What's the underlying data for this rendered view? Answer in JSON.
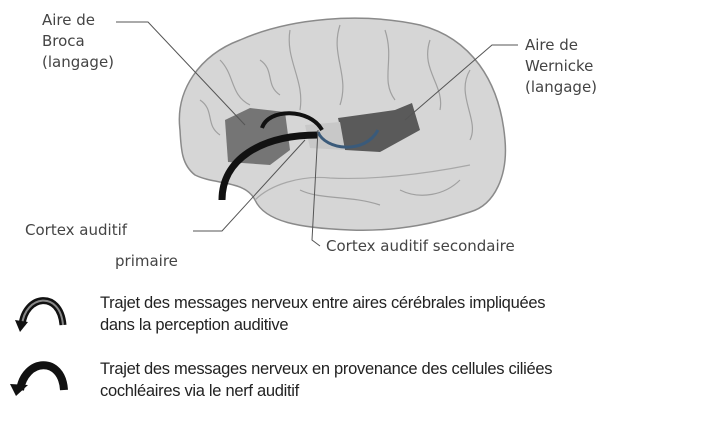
{
  "labels": {
    "broca": [
      "Aire de",
      "Broca",
      "(langage)"
    ],
    "wernicke": [
      "Aire de",
      "Wernicke",
      "(langage)"
    ],
    "primary_cortex": [
      "Cortex auditif",
      "primaire"
    ],
    "secondary_cortex": "Cortex auditif secondaire"
  },
  "legend": [
    {
      "icon": "curved-arrow-outline-icon",
      "lines": [
        "Trajet des messages nerveux entre aires cérébrales impliquées",
        "dans la perception auditive"
      ]
    },
    {
      "icon": "curved-arrow-solid-icon",
      "lines": [
        "Trajet des messages nerveux en provenance des cellules ciliées",
        "cochléaires via le nerf auditif"
      ]
    }
  ],
  "colors": {
    "brain": "#d4d4d4",
    "area": "#5e5e5e",
    "arrow": "#111111",
    "blue_arrow": "#3a5a7a"
  }
}
